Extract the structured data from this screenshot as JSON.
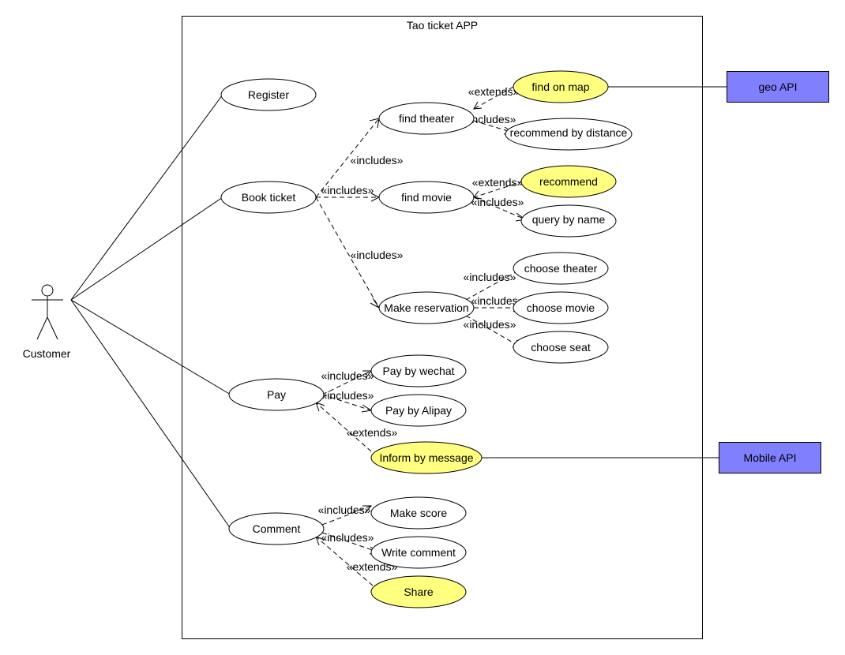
{
  "system": {
    "title": "Tao ticket APP"
  },
  "actor": {
    "name": "Customer"
  },
  "external_systems": {
    "geo": {
      "label": "geo API",
      "color": "#8080ff"
    },
    "mobile": {
      "label": "Mobile API",
      "color": "#8080ff"
    }
  },
  "colors": {
    "highlight": "#ffff80",
    "normal": "#ffffff"
  },
  "use_cases": {
    "register": "Register",
    "book_ticket": "Book ticket",
    "pay": "Pay",
    "comment": "Comment",
    "find_theater": "find theater",
    "find_on_map": "find on map",
    "recommend_by_distance": "recommend by distance",
    "find_movie": "find movie",
    "recommend": "recommend",
    "query_by_name": "query by name",
    "make_reservation": "Make reservation",
    "choose_theater": "choose theater",
    "choose_movie": "choose movie",
    "choose_seat": "choose seat",
    "pay_by_wechat": "Pay by wechat",
    "pay_by_alipay": "Pay by Alipay",
    "inform_by_message": "Inform by message",
    "make_score": "Make score",
    "write_comment": "Write comment",
    "share": "Share"
  },
  "stereotypes": {
    "includes": "«includes»",
    "extends": "«extends»"
  }
}
